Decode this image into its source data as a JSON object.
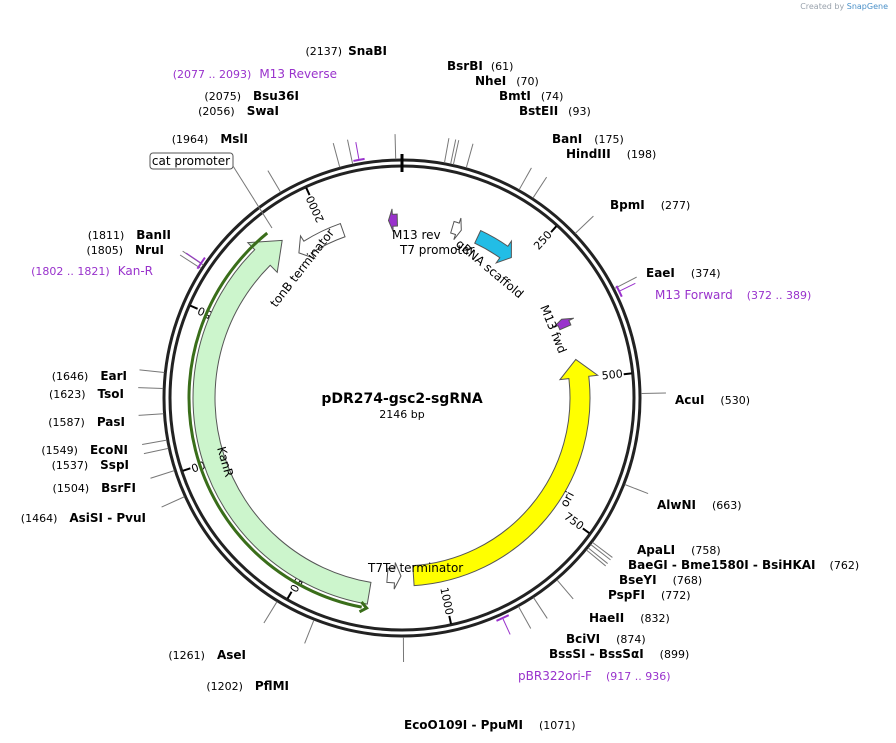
{
  "credit": {
    "prefix": "Created by",
    "brand": "SnapGene"
  },
  "plasmid": {
    "name": "pDR274-gsc2-sgRNA",
    "size_label": "2146 bp",
    "length": 2146
  },
  "ticks": [
    {
      "bp": 250,
      "label": "250"
    },
    {
      "bp": 500,
      "label": "500"
    },
    {
      "bp": 750,
      "label": "750"
    },
    {
      "bp": 1000,
      "label": "1000"
    },
    {
      "bp": 1250,
      "label": "1250"
    },
    {
      "bp": 1500,
      "label": "1500"
    },
    {
      "bp": 1750,
      "label": "1750"
    },
    {
      "bp": 2000,
      "label": "2000"
    }
  ],
  "sites": [
    {
      "name": "SnaBI",
      "pos": "(2137)",
      "bp": 2137
    },
    {
      "name": "BsrBI",
      "pos": "(61)",
      "bp": 61
    },
    {
      "name": "NheI",
      "pos": "(70)",
      "bp": 70
    },
    {
      "name": "BmtI",
      "pos": "(74)",
      "bp": 74
    },
    {
      "name": "BstEII",
      "pos": "(93)",
      "bp": 93
    },
    {
      "name": "BanI",
      "pos": "(175)",
      "bp": 175
    },
    {
      "name": "HindIII",
      "pos": "(198)",
      "bp": 198
    },
    {
      "name": "BpmI",
      "pos": "(277)",
      "bp": 277
    },
    {
      "name": "EaeI",
      "pos": "(374)",
      "bp": 374
    },
    {
      "name": "AcuI",
      "pos": "(530)",
      "bp": 530
    },
    {
      "name": "AlwNI",
      "pos": "(663)",
      "bp": 663
    },
    {
      "name": "ApaLI",
      "pos": "(758)",
      "bp": 758
    },
    {
      "name": "BaeGI - Bme1580I - BsiHKAI",
      "pos": "(762)",
      "bp": 762
    },
    {
      "name": "BseYI",
      "pos": "(768)",
      "bp": 768
    },
    {
      "name": "PspFI",
      "pos": "(772)",
      "bp": 772
    },
    {
      "name": "HaeII",
      "pos": "(832)",
      "bp": 832
    },
    {
      "name": "BciVI",
      "pos": "(874)",
      "bp": 874
    },
    {
      "name": "BssSI - BssSαI",
      "pos": "(899)",
      "bp": 899
    },
    {
      "name": "EcoO109I - PpuMI",
      "pos": "(1071)",
      "bp": 1071
    },
    {
      "name": "PflMI",
      "pos": "(1202)",
      "bp": 1202
    },
    {
      "name": "AseI",
      "pos": "(1261)",
      "bp": 1261
    },
    {
      "name": "AsiSI - PvuI",
      "pos": "(1464)",
      "bp": 1464
    },
    {
      "name": "BsrFI",
      "pos": "(1504)",
      "bp": 1504
    },
    {
      "name": "SspI",
      "pos": "(1537)",
      "bp": 1537
    },
    {
      "name": "EcoNI",
      "pos": "(1549)",
      "bp": 1549
    },
    {
      "name": "PasI",
      "pos": "(1587)",
      "bp": 1587
    },
    {
      "name": "TsoI",
      "pos": "(1623)",
      "bp": 1623
    },
    {
      "name": "EarI",
      "pos": "(1646)",
      "bp": 1646
    },
    {
      "name": "NruI",
      "pos": "(1805)",
      "bp": 1805
    },
    {
      "name": "BanII",
      "pos": "(1811)",
      "bp": 1811
    },
    {
      "name": "MslI",
      "pos": "(1964)",
      "bp": 1964
    },
    {
      "name": "SwaI",
      "pos": "(2056)",
      "bp": 2056
    },
    {
      "name": "Bsu36I",
      "pos": "(2075)",
      "bp": 2075
    }
  ],
  "primers": [
    {
      "name": "M13 Reverse",
      "range": "(2077 .. 2093)",
      "start": 2077,
      "end": 2093
    },
    {
      "name": "M13 Forward",
      "range": "(372 .. 389)",
      "start": 372,
      "end": 389
    },
    {
      "name": "pBR322ori-F",
      "range": "(917 .. 936)",
      "start": 917,
      "end": 936
    },
    {
      "name": "Kan-R",
      "range": "(1802 .. 1821)",
      "start": 1802,
      "end": 1821
    }
  ],
  "features": [
    {
      "name": "gRNA scaffold",
      "start": 150,
      "end": 226,
      "color": "#22bde6",
      "direction": "cw"
    },
    {
      "name": "T7 promoter",
      "start": 98,
      "end": 116,
      "color": "#ffffff",
      "direction": "cw"
    },
    {
      "name": "M13 rev",
      "start": 2120,
      "end": 2137,
      "color": "#9932cc",
      "direction": "ccw"
    },
    {
      "name": "M13 fwd",
      "start": 380,
      "end": 397,
      "color": "#9932cc",
      "direction": "ccw"
    },
    {
      "name": "ori",
      "start": 462,
      "end": 1051,
      "color": "#ffff00",
      "direction": "ccw"
    },
    {
      "name": "T7Te terminator",
      "start": 1075,
      "end": 1101,
      "color": "#ffffff",
      "direction": "ccw"
    },
    {
      "name": "KanR",
      "start": 1130,
      "end": 1924,
      "color": "#ccf5cc",
      "direction": "cw"
    },
    {
      "name": "tonB terminator",
      "start": 1935,
      "end": 2030,
      "color": "#ffffff",
      "direction": "ccw"
    }
  ],
  "cat_promoter": {
    "label": "cat promoter"
  }
}
